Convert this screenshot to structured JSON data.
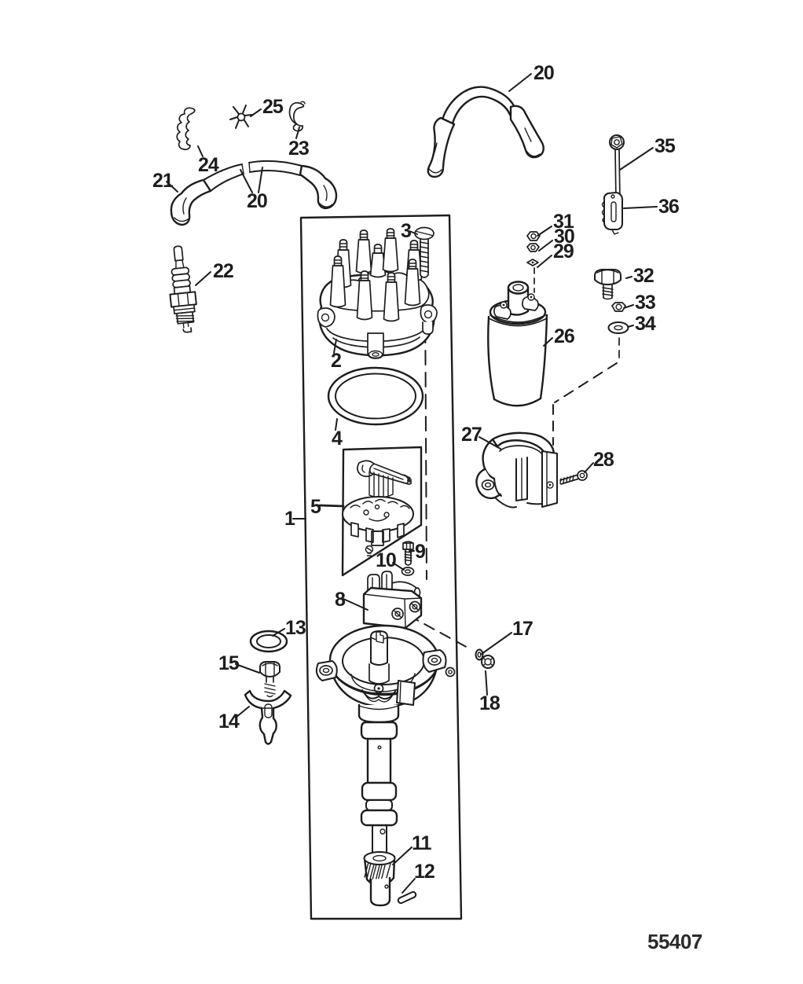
{
  "page": {
    "background": "#ffffff",
    "ink": "#1d1d1d"
  },
  "diagram": {
    "figure_number": "55407",
    "callouts": {
      "c1": {
        "text": "1"
      },
      "c2": {
        "text": "2"
      },
      "c3": {
        "text": "3"
      },
      "c4": {
        "text": "4"
      },
      "c5": {
        "text": "5"
      },
      "c8": {
        "text": "8"
      },
      "c9": {
        "text": "9"
      },
      "c10": {
        "text": "10"
      },
      "c11": {
        "text": "11"
      },
      "c12": {
        "text": "12"
      },
      "c13": {
        "text": "13"
      },
      "c14": {
        "text": "14"
      },
      "c15": {
        "text": "15"
      },
      "c17": {
        "text": "17"
      },
      "c18": {
        "text": "18"
      },
      "c20a": {
        "text": "20"
      },
      "c20b": {
        "text": "20"
      },
      "c21": {
        "text": "21"
      },
      "c22": {
        "text": "22"
      },
      "c23": {
        "text": "23"
      },
      "c24": {
        "text": "24"
      },
      "c25": {
        "text": "25"
      },
      "c26": {
        "text": "26"
      },
      "c27": {
        "text": "27"
      },
      "c28": {
        "text": "28"
      },
      "c29": {
        "text": "29"
      },
      "c30": {
        "text": "30"
      },
      "c31": {
        "text": "31"
      },
      "c32": {
        "text": "32"
      },
      "c33": {
        "text": "33"
      },
      "c34": {
        "text": "34"
      },
      "c35": {
        "text": "35"
      },
      "c36": {
        "text": "36"
      }
    }
  }
}
